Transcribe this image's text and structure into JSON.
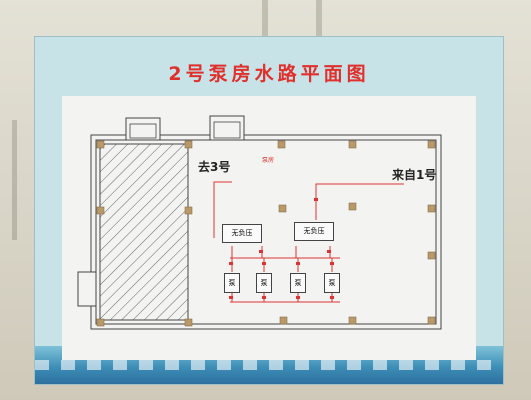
{
  "title": "2号泵房水路平面图",
  "labels": {
    "to_3": "去3号",
    "from_1": "来自1号",
    "room": "泵房"
  },
  "tanks": [
    {
      "label": "无负压"
    },
    {
      "label": "无负压"
    }
  ],
  "pumps": [
    {
      "label": "泵"
    },
    {
      "label": "泵"
    },
    {
      "label": "泵"
    },
    {
      "label": "泵"
    }
  ],
  "colors": {
    "title": "#e0302c",
    "pipe": "#d33333",
    "wall_line": "#444444",
    "column": "#b89a6a"
  }
}
